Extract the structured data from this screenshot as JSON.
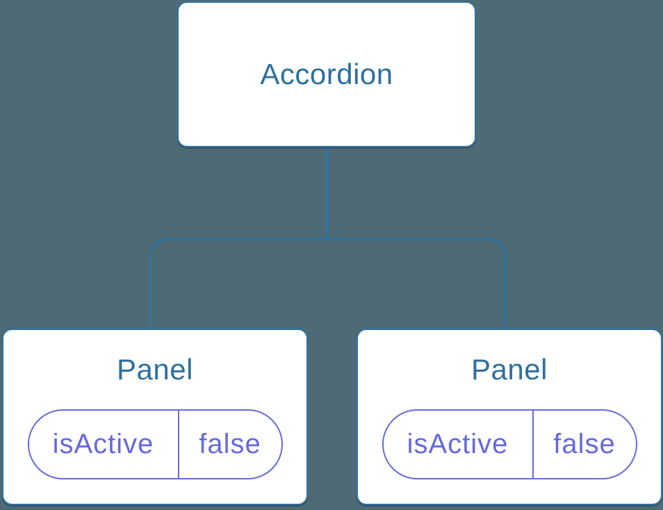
{
  "diagram": {
    "type": "component-tree",
    "root": {
      "label": "Accordion"
    },
    "children": [
      {
        "label": "Panel",
        "state": {
          "key": "isActive",
          "value": "false"
        }
      },
      {
        "label": "Panel",
        "state": {
          "key": "isActive",
          "value": "false"
        }
      }
    ],
    "colors": {
      "background": "#4e6a74",
      "node_fill": "#ffffff",
      "node_border": "#2e73a4",
      "connector": "#2e73a4",
      "node_label_text": "#2d6f9f",
      "state_pill_border": "#6569dd",
      "state_pill_text": "#6569dd"
    }
  }
}
